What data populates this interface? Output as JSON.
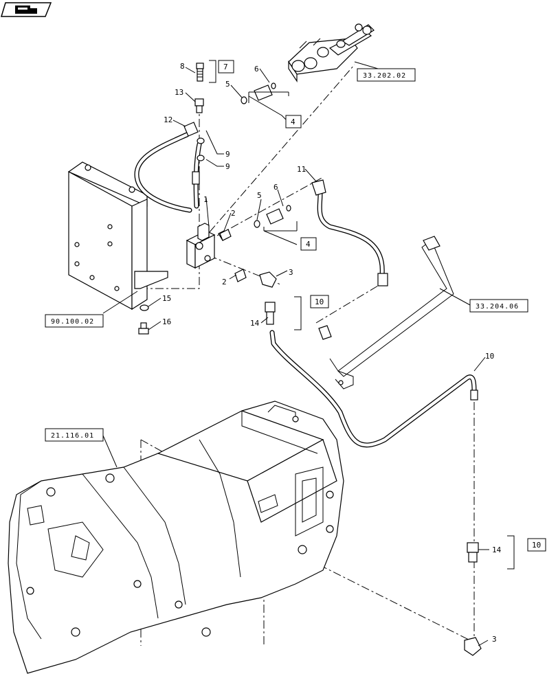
{
  "nav_icon": "hand-pointer-icon",
  "callouts": {
    "n1": "1",
    "n2a": "2",
    "n2b": "2",
    "n3a": "3",
    "n3b": "3",
    "n4a": "4",
    "n4b": "4",
    "n5a": "5",
    "n5b": "5",
    "n6a": "6",
    "n6b": "6",
    "n7": "7",
    "n8": "8",
    "n9a": "9",
    "n9b": "9",
    "n10a": "10",
    "n10b": "10",
    "n10c": "10",
    "n11": "11",
    "n12": "12",
    "n13": "13",
    "n14a": "14",
    "n14b": "14",
    "n15": "15",
    "n16": "16"
  },
  "refs": {
    "r1": "33.202.02",
    "r2": "33.204.06",
    "r3": "90.100.02",
    "r4": "21.116.01"
  }
}
